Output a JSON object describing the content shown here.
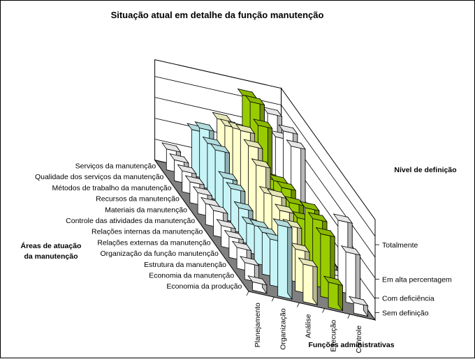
{
  "chart_data": {
    "type": "bar3d",
    "title": "Situação atual em detalhe da função manutenção",
    "row_axis_label": "Áreas de atuação da manutenção",
    "col_axis_label": "Funções administrativas",
    "z_axis_label": "Nível de definição",
    "rows": [
      "Economia da produção",
      "Economia da manutenção",
      "Estrutura da manutenção",
      "Organização da função manutenção",
      "Relações externas da manutenção",
      "Relações internas da manutenção",
      "Controle das atividades da manutenção",
      "Materiais da manutenção",
      "Recursos da manutenção",
      "Métodos de trabalho da manutenção",
      "Qualidade dos serviços da manutenção",
      "Serviços da manutenção"
    ],
    "columns": [
      "Planejamento",
      "Organização",
      "Análise",
      "Execução",
      "Controle"
    ],
    "z_levels": [
      "Sem definição",
      "Com deficiência",
      "Em alta percentagem",
      "Totalmente"
    ],
    "ylim": [
      0,
      4
    ],
    "column_colors": [
      "#ffffff",
      "#c6f4f7",
      "#ffffcc",
      "#99cc00",
      "#ffffff"
    ],
    "values": [
      [
        0.4,
        3.4,
        1.8,
        1.2,
        0.5
      ],
      [
        0.8,
        2.2,
        2.0,
        3.0,
        2.4
      ],
      [
        1.0,
        2.0,
        2.6,
        3.2,
        3.4
      ],
      [
        1.0,
        1.8,
        2.8,
        3.2,
        0.3
      ],
      [
        1.0,
        1.4,
        3.0,
        2.2,
        0.3
      ],
      [
        1.2,
        1.6,
        2.6,
        2.4,
        0.3
      ],
      [
        1.0,
        2.0,
        3.4,
        2.6,
        0.3
      ],
      [
        1.0,
        2.0,
        3.8,
        2.4,
        0.3
      ],
      [
        1.0,
        2.8,
        4.0,
        2.0,
        3.8
      ],
      [
        1.0,
        2.6,
        3.6,
        4.0,
        4.0
      ],
      [
        1.0,
        2.8,
        3.2,
        4.6,
        3.2
      ],
      [
        1.0,
        2.2,
        3.0,
        4.4,
        3.8
      ]
    ]
  }
}
